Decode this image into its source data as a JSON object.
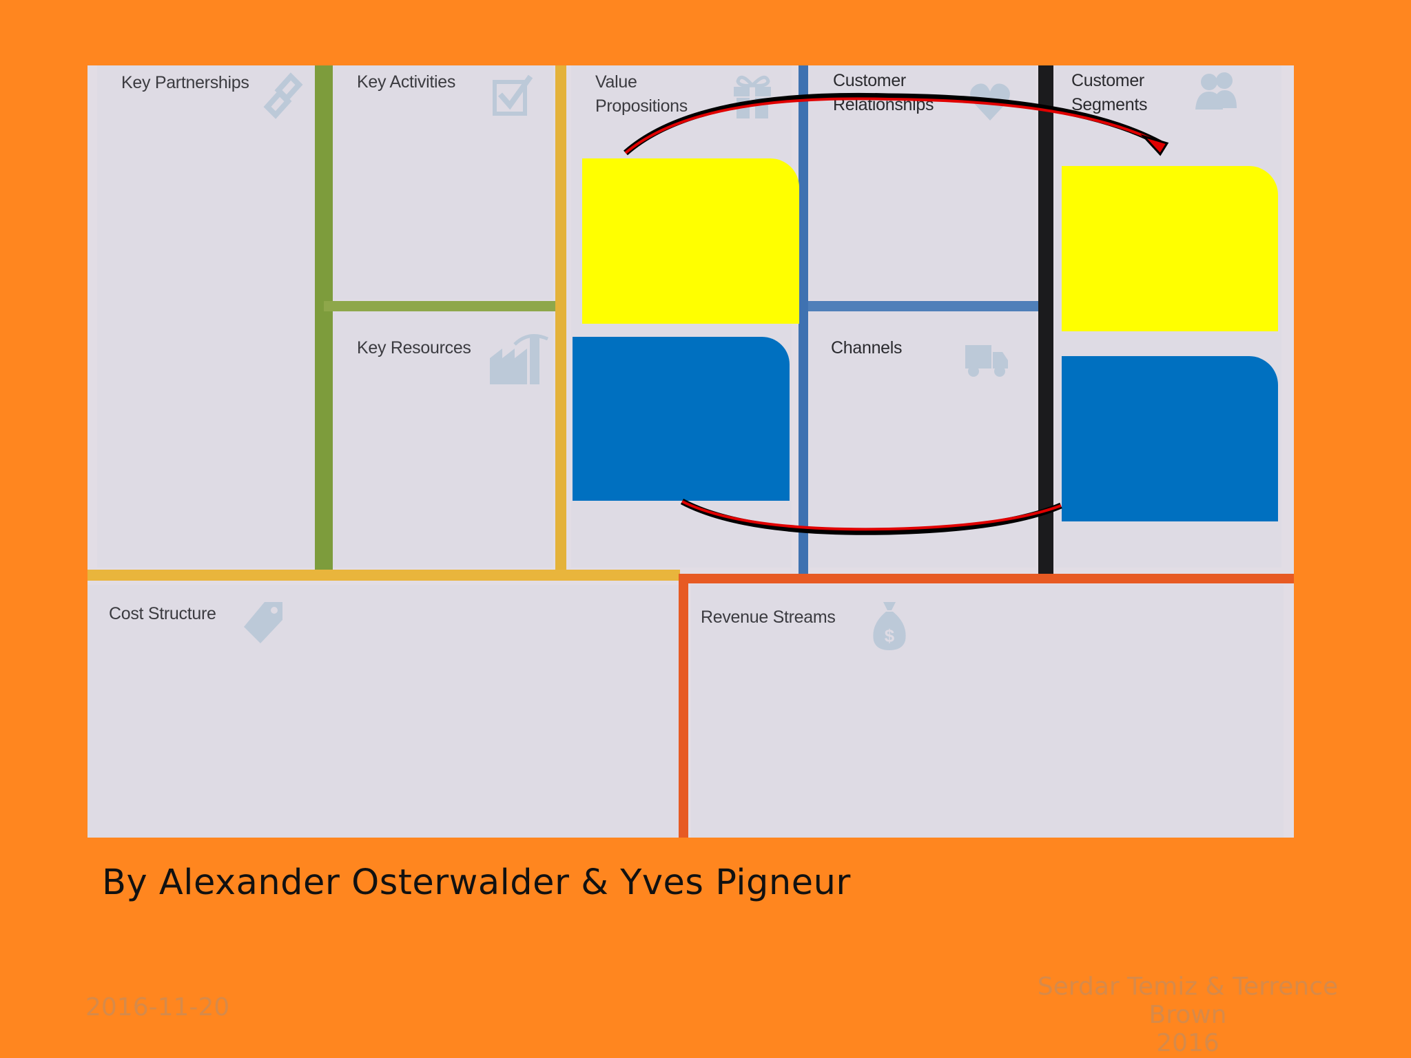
{
  "canvas": {
    "key_partnerships": "Key Partnerships",
    "key_activities": "Key Activities",
    "key_resources": "Key Resources",
    "value_propositions": "Value\nPropositions",
    "customer_relationships": "Customer\nRelationships",
    "channels": "Channels",
    "customer_segments": "Customer\nSegments",
    "cost_structure": "Cost Structure",
    "revenue_streams": "Revenue Streams"
  },
  "byline": "By Alexander Osterwalder & Yves Pigneur",
  "footer": {
    "date": "2016-11-20",
    "authors": "Serdar Temiz & Terrence Brown",
    "year": "2016"
  },
  "colors": {
    "background": "#ff861f",
    "yellow_block": "#ffff00",
    "blue_block": "#0070c0",
    "arrow": "#e00000"
  }
}
